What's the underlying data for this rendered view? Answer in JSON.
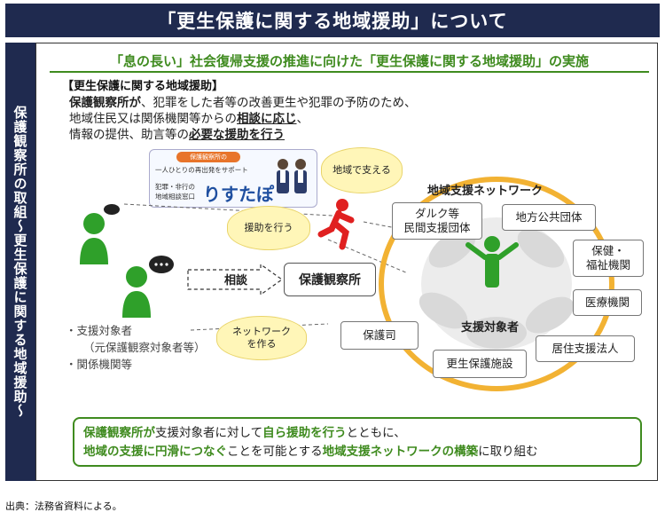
{
  "header": {
    "title": "「更生保護に関する地域援助」について"
  },
  "side_label": "保護観察所の取組～更生保護に関する地域援助～",
  "subtitle": "「息の長い」社会復帰支援の推進に向けた「更生保護に関する地域援助」の実施",
  "definition": {
    "heading": "【更生保護に関する地域援助】",
    "line1_bold": "保護観察所が",
    "line1_rest": "、犯罪をした者等の改善更生や犯罪の予防のため、",
    "line2_pre": "地域住民又は関係機関等からの",
    "line2_u": "相談に応じ",
    "line2_post": "、",
    "line3_pre": "情報の提供、助言等の",
    "line3_u": "必要な援助を行う"
  },
  "logo": {
    "tag": "保護観察所の",
    "tagline": "一人ひとりの再出発をサポート",
    "sub1": "犯罪・非行の",
    "sub2": "地域相談窓口",
    "brand": "りすたぽ"
  },
  "callouts": {
    "support": "地域で支える",
    "assist": "援助を行う",
    "network": "ネットワーク\nを作る"
  },
  "flow": {
    "consult": "相談",
    "center": "保護観察所"
  },
  "left_list": {
    "item1": "・支援対象者",
    "item1_sub": "（元保護観察対象者等）",
    "item2": "・関係機関等"
  },
  "network": {
    "title": "地域支援ネットワーク",
    "center_label": "支援対象者",
    "nodes": {
      "darc": "ダルク等\n民間支援団体",
      "local_gov": "地方公共団体",
      "welfare": "保健・\n福祉機関",
      "medical": "医療機関",
      "housing": "居住支援法人",
      "facility": "更生保護施設",
      "vpo": "保護司"
    }
  },
  "bottom": {
    "a1": "保護観察所が",
    "a2": "支援対象者に対して",
    "a3": "自ら援助を行う",
    "a4": "とともに、",
    "b1": "地域の支援に円滑につなぐ",
    "b2": "ことを可能とする",
    "b3": "地域支援ネットワークの構築",
    "b4": "に取り組む"
  },
  "footer": "出典：法務省資料による。",
  "colors": {
    "navy": "#1f2a4f",
    "green": "#3f8b1f",
    "orange_ring": "#f2b233",
    "callout": "#fff6b8",
    "red_figure": "#e02020"
  }
}
